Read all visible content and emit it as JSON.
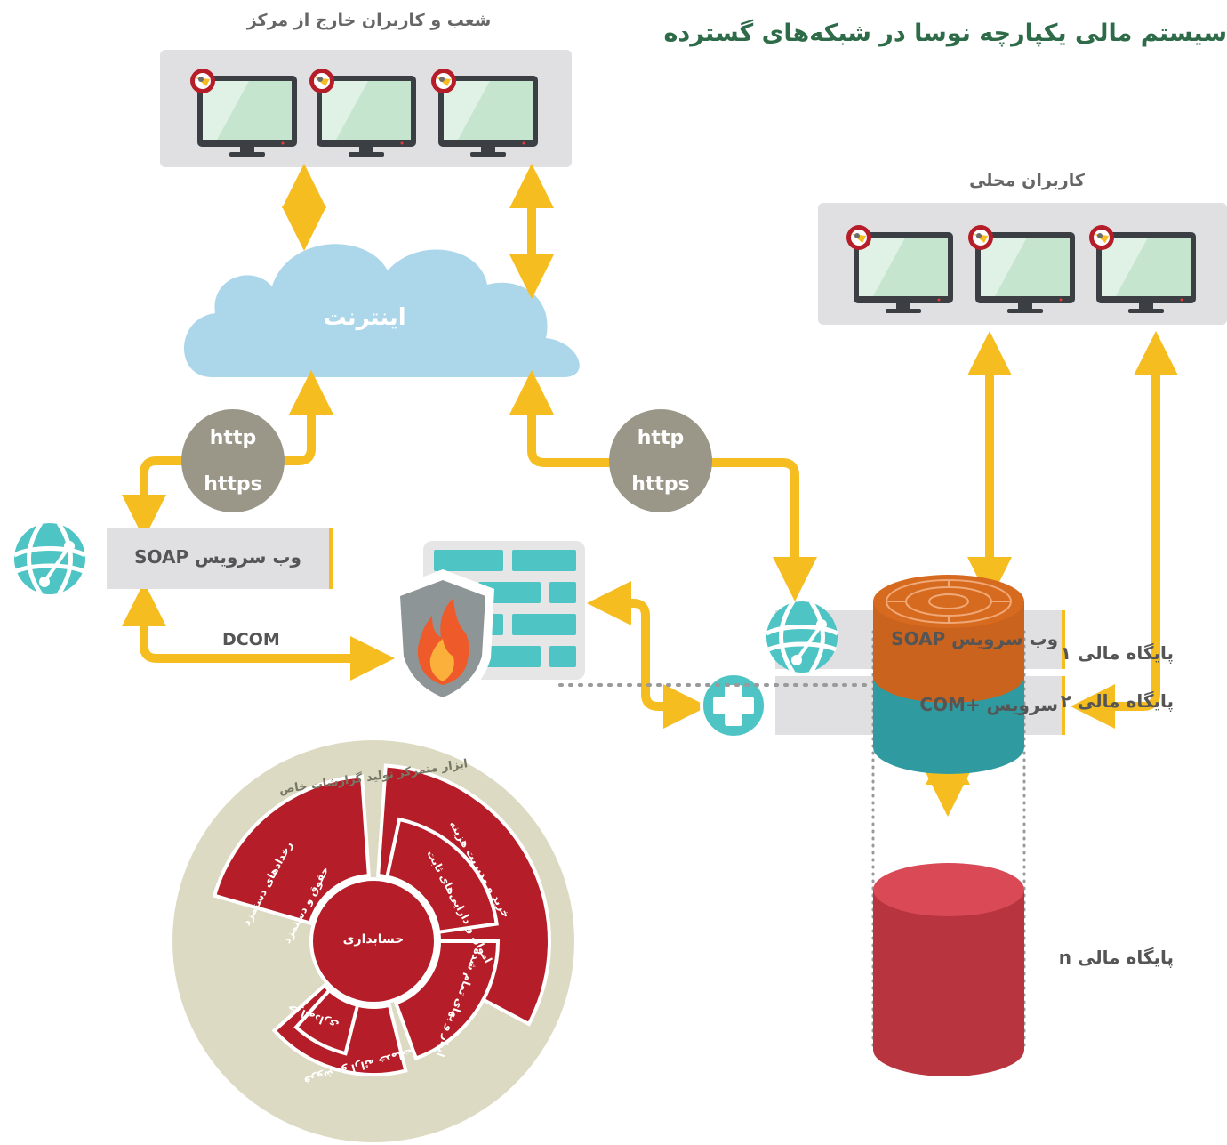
{
  "title": "سیستم مالی یکپارچه نوسا در شبکه‌های گسترده",
  "branch_users": {
    "label": "شعب و کاربران خارج از مرکز"
  },
  "local_users": {
    "label": "کاربران محلی"
  },
  "internet": {
    "label": "اینترنت"
  },
  "protocols": {
    "http": "http",
    "https": "https"
  },
  "left_service": {
    "label": "وب سرویس SOAP"
  },
  "right_services": {
    "soap_label": "وب سرویس SOAP",
    "com_label": "سرویس +COM"
  },
  "dcom": "DCOM",
  "databases": {
    "db1": "پایگاه مالی ۱",
    "db2": "پایگاه مالی ۲",
    "dbn": "پایگاه مالی n"
  },
  "report_wheel": {
    "title": "ابزار متمرکز تولید گزارشات خاص",
    "center": "حسابداری",
    "segments": [
      "خرید و مدیریت هزینه",
      "اموال و دارایی‌های ثابت",
      "انبار و بهای تمام شده",
      "فروش و ارائه خدمات",
      "خزانه‌داری",
      "حقوق و دستمزد",
      "رخدادهای دستمزد"
    ]
  },
  "icons": [
    "monitor-icon",
    "web-service-globe-icon",
    "firewall-icon",
    "plus-icon",
    "database-icon",
    "cloud-icon",
    "bidirectional-arrow-icon"
  ],
  "colors": {
    "title_green": "#2e6b48",
    "arrow_yellow": "#f5bd1f",
    "cloud_blue": "#acd6ea",
    "teal": "#4fc4c4",
    "wheel_red": "#b51e28",
    "wheel_bg": "#dcdac2",
    "db_orange": "#d66a1e",
    "db_teal": "#2f9aa0",
    "db_red": "#d94a56",
    "protocol_gray": "#9b9788"
  }
}
